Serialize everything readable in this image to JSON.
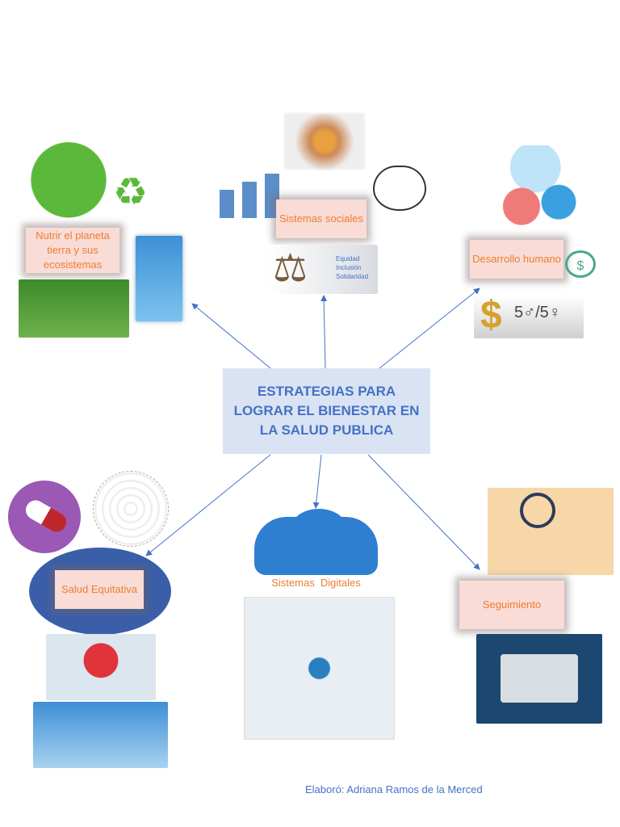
{
  "center": {
    "title": "ESTRATEGIAS PARA LOGRAR EL BIENESTAR EN LA SALUD PUBLICA"
  },
  "nodes": {
    "nutrir": "Nutrir el planeta tierra y sus ecosistemas",
    "sociales": "Sistemas sociales",
    "desarrollo": "Desarrollo humano",
    "salud": "Salud Equitativa",
    "digitales": "Sistemas  Digitales",
    "seguimiento": "Seguimiento"
  },
  "scales_image": {
    "words": [
      "Equidad",
      "Inclusión",
      "Solidaridad"
    ]
  },
  "money_image": {
    "text": "5♂/5♀"
  },
  "footer": "Elaboró: Adriana Ramos de la Merced",
  "colors": {
    "accent": "#4472c4",
    "node_text": "#ed7d31",
    "node_bg": "#f9dcd6",
    "center_bg": "#dae3f3",
    "ellipse": "#3a5fa8"
  }
}
